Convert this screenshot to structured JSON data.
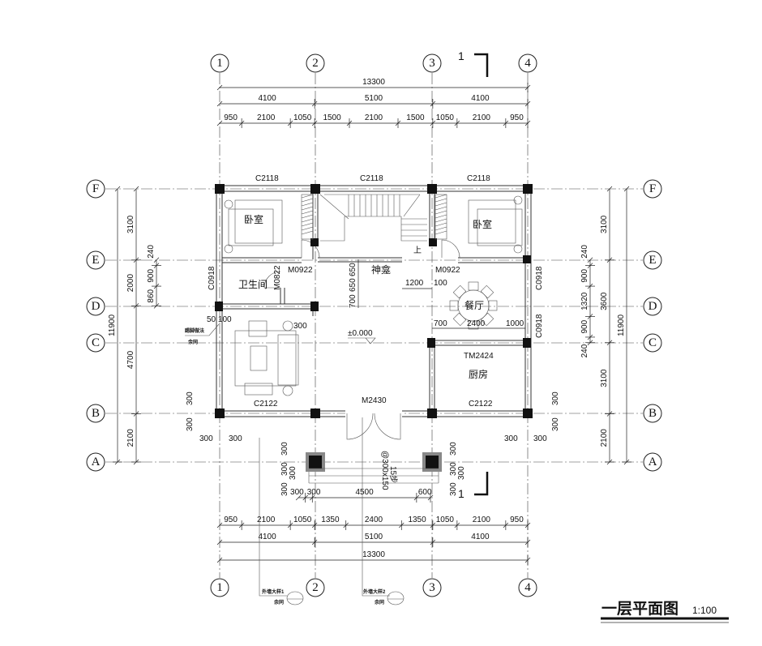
{
  "title": {
    "name": "一层平面图",
    "scale": "1:100"
  },
  "axes": {
    "x": [
      "1",
      "2",
      "3",
      "4"
    ],
    "y": [
      "F",
      "E",
      "D",
      "C",
      "B",
      "A"
    ]
  },
  "rooms": {
    "bedroom_left": "卧室",
    "bedroom_right": "卧室",
    "bathroom": "卫生间",
    "shrine": "神龛",
    "dining": "餐厅",
    "kitchen": "厨房"
  },
  "openings": {
    "window_top_left": "C2118",
    "window_top_mid": "C2118",
    "window_top_right": "C2118",
    "door_left": "M0922",
    "door_right": "M0922",
    "door_bath": "M0822",
    "window_side_left": "C0918",
    "window_side_right_1": "C0918",
    "window_side_right_2": "C0918",
    "window_bottom_left": "C2122",
    "window_bottom_right": "C2122",
    "main_door": "M2430",
    "kitchen_door": "TM2424"
  },
  "annotations": {
    "elevation": "±0.000",
    "stair_up": "上",
    "dim_1200": "1200",
    "dim_100": "100",
    "dim_700": "700",
    "dim_2400": "2400",
    "dim_1000": "1000",
    "dim_50_100": "50 100",
    "dim_col_300": "300",
    "shrine_700": "700",
    "shrine_650a": "650",
    "shrine_650b": "650",
    "steps": "@300x150",
    "step_count": "15步",
    "section_top": "1",
    "section_bottom": "1",
    "b_left_300a": "300",
    "b_left_300b": "300",
    "b_right_300a": "300",
    "b_right_300b": "300",
    "bl_300a": "300",
    "bl_300b": "300",
    "br_300a": "300",
    "br_300b": "300",
    "porch_l_300a": "300",
    "porch_l_300b": "300",
    "porch_l_300c": "300",
    "porch_l_300d": "300",
    "porch_r_300a": "300",
    "porch_r_300b": "300",
    "porch_r_300c": "300",
    "porch_r_300d": "300"
  },
  "notes": {
    "skirting": "踢脚做法",
    "skirting_same": "余同",
    "detail1": "外墙大样1",
    "detail1_same": "余同",
    "detail2": "外墙大样2",
    "detail2_same": "余同"
  },
  "dimensions": {
    "top_total": [
      13300
    ],
    "top_bays": [
      4100,
      5100,
      4100
    ],
    "top_detail": [
      950,
      2100,
      1050,
      1500,
      2100,
      1500,
      1050,
      2100,
      950
    ],
    "bottom_porch": [
      300,
      300,
      4500,
      600
    ],
    "bottom_detail": [
      950,
      2100,
      1050,
      1350,
      2400,
      1350,
      1050,
      2100,
      950
    ],
    "bottom_bays": [
      4100,
      5100,
      4100
    ],
    "bottom_total": [
      13300
    ],
    "left_total": [
      11900
    ],
    "left_bays": [
      3100,
      2000,
      4700,
      2100
    ],
    "left_detail": [
      240,
      900,
      860
    ],
    "right_total": [
      11900
    ],
    "right_bays": [
      3100,
      3600,
      3100,
      2100
    ],
    "right_detail": [
      240,
      900,
      1320,
      900,
      240
    ]
  }
}
